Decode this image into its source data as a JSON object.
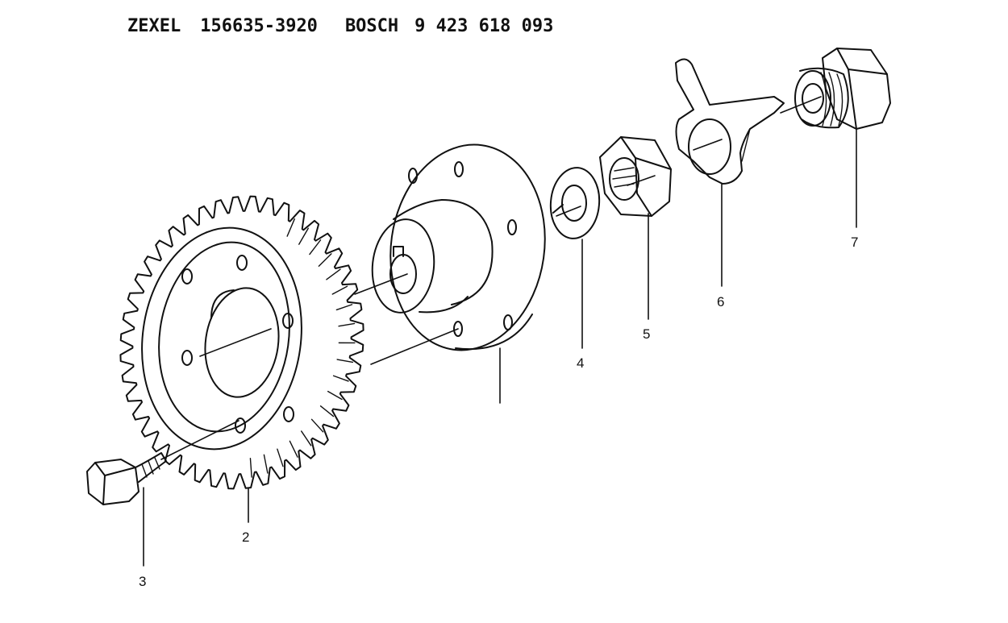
{
  "header": {
    "maker1": "ZEXEL",
    "number1": "156635-3920",
    "maker2": "BOSCH",
    "number2": "9 423 618 093"
  },
  "callouts": {
    "item2": "2",
    "item3": "3",
    "item4": "4",
    "item5": "5",
    "item6": "6",
    "item7": "7"
  },
  "colors": {
    "ink": "#111111",
    "paper": "#ffffff"
  }
}
